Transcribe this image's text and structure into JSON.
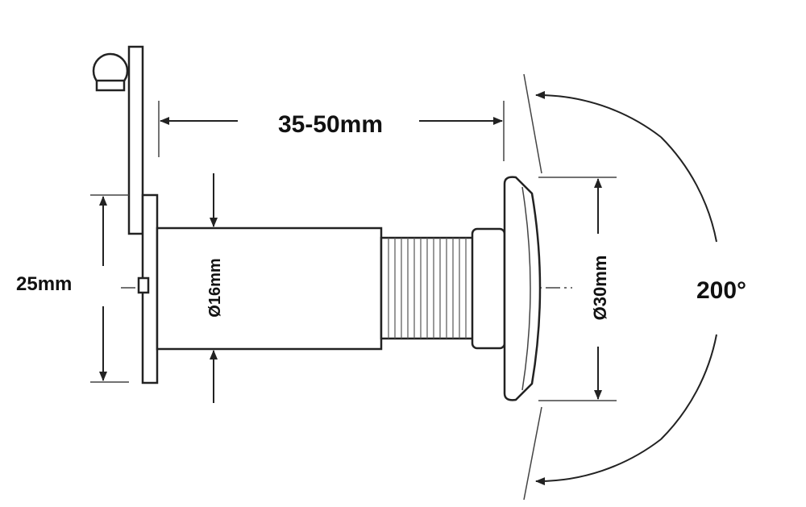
{
  "diagram": {
    "title": "Door viewer dimensions",
    "labels": {
      "length": "35-50mm",
      "flange_height": "25mm",
      "tube_diameter": "Ø16mm",
      "lens_diameter": "Ø30mm",
      "view_angle": "200°"
    },
    "colors": {
      "line": "#222222",
      "text": "#111111",
      "background": "#ffffff"
    }
  }
}
